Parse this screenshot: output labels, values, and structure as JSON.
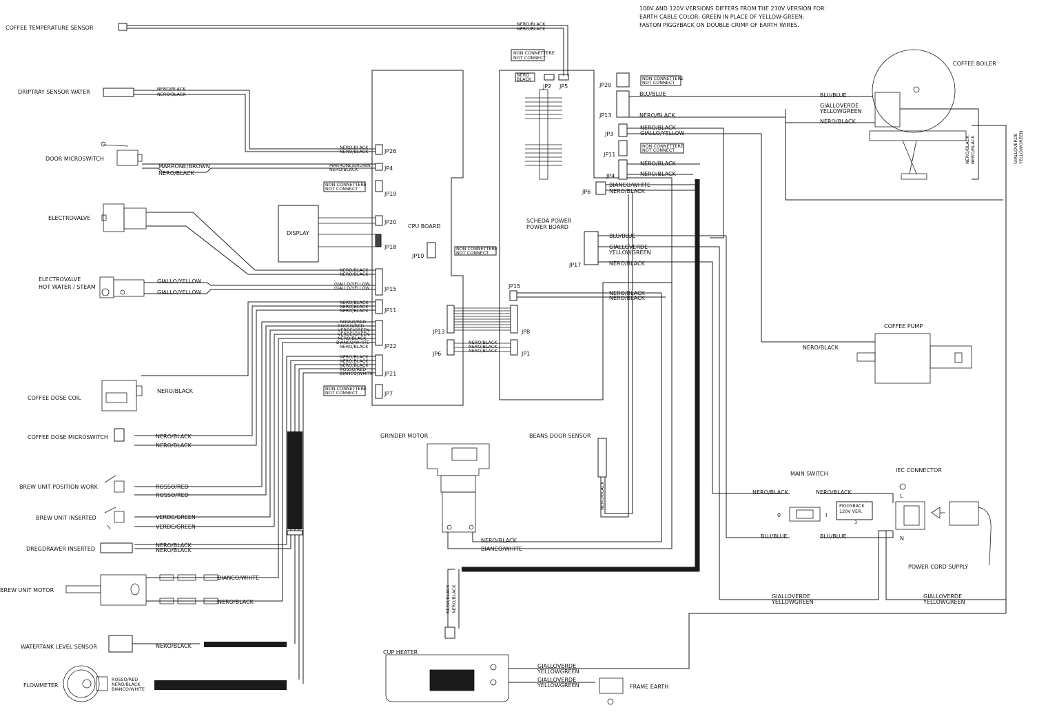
{
  "note": {
    "lines": [
      "100V AND 120V VERSIONS DIFFERS FROM THE 230V VERSION FOR:",
      "EARTH CABLE COLOR: GREEN IN PLACE OF YELLOW-GREEN;",
      "FASTON PIGGYBACK ON DOUBLE CRIMP OF EARTH WIRES."
    ]
  },
  "components": {
    "coffee_temp_sensor": "COFFEE TEMPERATURE SENSOR",
    "driptray_sensor": "DRIPTRAY SENSOR WATER",
    "door_microswitch": "DOOR MICROSWITCH",
    "electrovalve": "ELECTROVALVE",
    "electrovalve_hw_1": "ELECTROVALVE",
    "electrovalve_hw_2": "HOT WATER / STEAM",
    "coffee_dose_coil": "COFFEE DOSE COIL",
    "coffee_dose_micro": "COFFEE DOSE MICROSWITCH",
    "brew_pos_work": "BREW UNIT POSITION WORK",
    "brew_inserted": "BREW UNIT INSERTED",
    "dregdrawer": "DREGDRAWER INSERTED",
    "brew_motor": "BREW UNIT MOTOR",
    "watertank": "WATERTANK LEVEL SENSOR",
    "flowmeter": "FLOWMETER",
    "display": "DISPLAY",
    "cpu_board": "CPU BOARD",
    "power_board_1": "SCHEDA POWER",
    "power_board_2": "POWER BOARD",
    "coffee_boiler": "COFFEE BOILER",
    "coffee_pump": "COFFEE PUMP",
    "grinder_motor": "GRINDER MOTOR",
    "beans_door": "BEANS DOOR SENSOR",
    "main_switch": "MAIN SWITCH",
    "iec_connector": "IEC CONNECTOR",
    "power_cord": "POWER CORD SUPPLY",
    "cup_heater": "CUP HEATER",
    "frame_earth": "FRAME EARTH",
    "piggyback_1": "PIGGYBACK",
    "piggyback_2": "120V VER.",
    "piggyback_num": "3"
  },
  "connectors": {
    "jp26": "JP26",
    "jp4": "JP4",
    "jp19": "JP19",
    "jp20": "JP20",
    "jp18": "JP18",
    "jp15": "JP15",
    "jp11": "JP11",
    "jp22": "JP22",
    "jp21": "JP21",
    "jp7": "JP7",
    "jp10": "JP10",
    "jp13": "JP13",
    "jp8": "JP8",
    "jp6": "JP6",
    "jp1": "JP1",
    "p_jp2": "JP2",
    "p_jp5": "JP5",
    "p_jp20": "JP20",
    "p_jp13": "JP13",
    "p_jp3": "JP3",
    "p_jp11": "JP11",
    "p_jp4": "JP4",
    "p_jp6": "JP6",
    "p_jp17": "JP17",
    "p_jp15": "JP15",
    "sw_0": "0",
    "sw_1": "I",
    "iec_l": "L",
    "iec_n": "N"
  },
  "wires": {
    "nero_black": "NERO/BLACK",
    "marrone_brown": "MARRONE/BROWN",
    "giallo_yellow": "GIALLO/YELLOW",
    "rosso_red": "ROSSO/RED",
    "verde_green": "VERDE/GREEN",
    "bianco_white": "BIANCO/WHITE",
    "blu_blue": "BLU/BLUE",
    "gialloverde": "GIALLOVERDE",
    "yellowgreen": "YELLOWGREEN",
    "non_conn_1": "NON CONNETTERE",
    "non_conn_2": "NOT CONNECT",
    "nero_short": "NERO",
    "black_short": "BLACK"
  }
}
